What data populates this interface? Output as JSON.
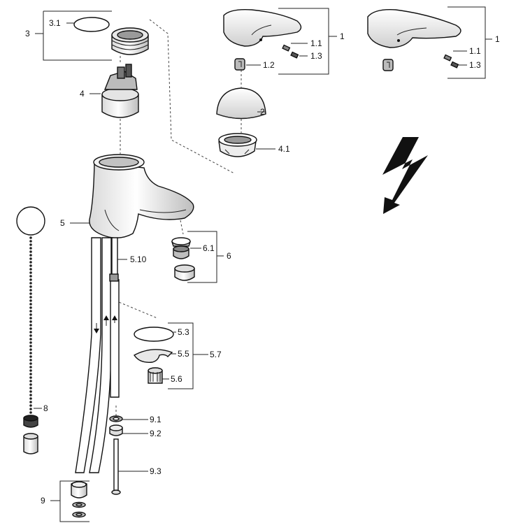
{
  "labels": {
    "p1a": "1",
    "p1b": "1",
    "p1_1a": "1.1",
    "p1_1b": "1.1",
    "p1_2": "1.2",
    "p1_3a": "1.3",
    "p1_3b": "1.3",
    "p2": "2",
    "p3": "3",
    "p3_1": "3.1",
    "p4": "4",
    "p4_1": "4.1",
    "p5": "5",
    "p5_10": "5.10",
    "p5_3": "5.3",
    "p5_5": "5.5",
    "p5_6": "5.6",
    "p5_7": "5.7",
    "p6": "6",
    "p6_1": "6.1",
    "p8": "8",
    "p9": "9",
    "p9_1": "9.1",
    "p9_2": "9.2",
    "p9_3": "9.3"
  },
  "colors": {
    "ink": "#111111",
    "light": "#f2f2f2",
    "mid": "#cfcfcf",
    "dark": "#6a6a6a"
  }
}
